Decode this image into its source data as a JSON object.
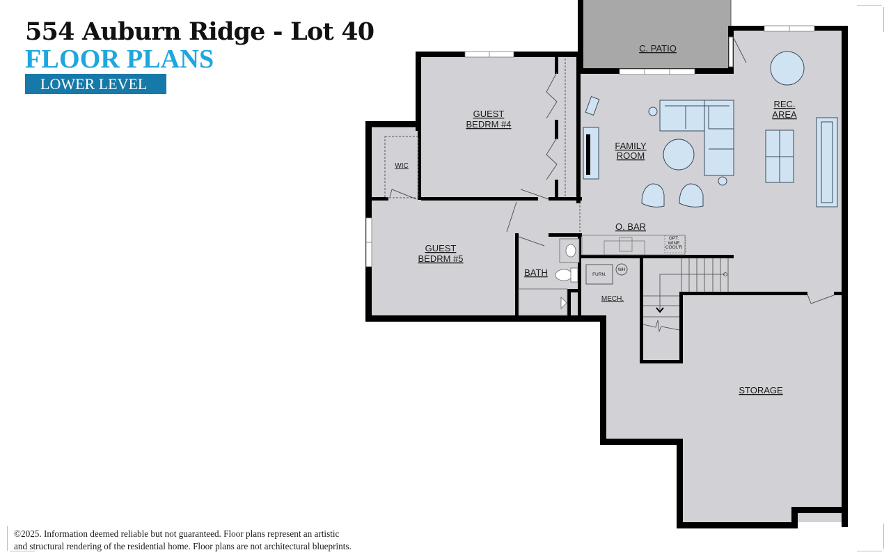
{
  "header": {
    "title": "554 Auburn Ridge - Lot 40",
    "subtitle": "FLOOR PLANS",
    "level": "LOWER LEVEL"
  },
  "colors": {
    "title": "#111111",
    "subtitle_blue": "#1ea7df",
    "badge_blue": "#1779a8",
    "wall": "#000000",
    "floor": "#d2d2d6",
    "patio": "#a8a8a8",
    "furniture_fill": "#cfe3f2",
    "furniture_stroke": "#3a4a58"
  },
  "rooms": {
    "patio": "C. PATIO",
    "guest_bedroom_4": [
      "GUEST",
      "BEDRM #4"
    ],
    "wic": "WIC",
    "family_room": [
      "FAMILY",
      "ROOM"
    ],
    "rec_area": [
      "REC.",
      "AREA"
    ],
    "guest_bedroom_5": [
      "GUEST",
      "BEDRM #5"
    ],
    "bar": "O. BAR",
    "bath": "BATH",
    "mech": "MECH.",
    "storage": "STORAGE"
  },
  "fixtures": {
    "wine_cooler": [
      "OPT.",
      "WINE",
      "COOL'R"
    ],
    "furnace": "FURN.",
    "water_heater": "WH"
  },
  "footer": {
    "disclaimer_line1": "©2025. Information deemed reliable but not guaranteed. Floor plans represent an artistic",
    "disclaimer_line2": "and structural rendering of the residential home. Floor plans are not architectural blueprints."
  }
}
